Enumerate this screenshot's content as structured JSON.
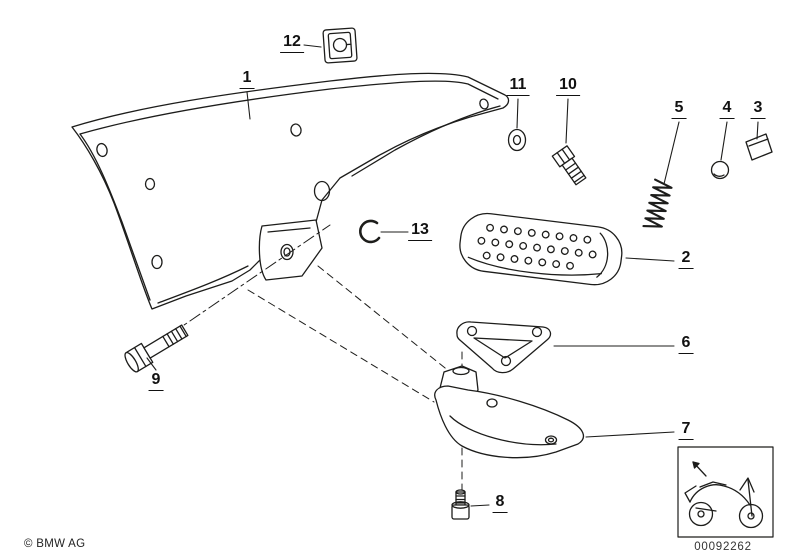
{
  "callouts": {
    "1": "1",
    "2": "2",
    "3": "3",
    "4": "4",
    "5": "5",
    "6": "6",
    "7": "7",
    "8": "8",
    "9": "9",
    "10": "10",
    "11": "11",
    "12": "12",
    "13": "13"
  },
  "footer": {
    "copyright": "© BMW AG",
    "drawing_number": "00092262"
  },
  "thumbnail": {
    "icon": "motorcycle-icon"
  },
  "colors": {
    "line": "#1d1d1b",
    "background": "#ffffff"
  }
}
